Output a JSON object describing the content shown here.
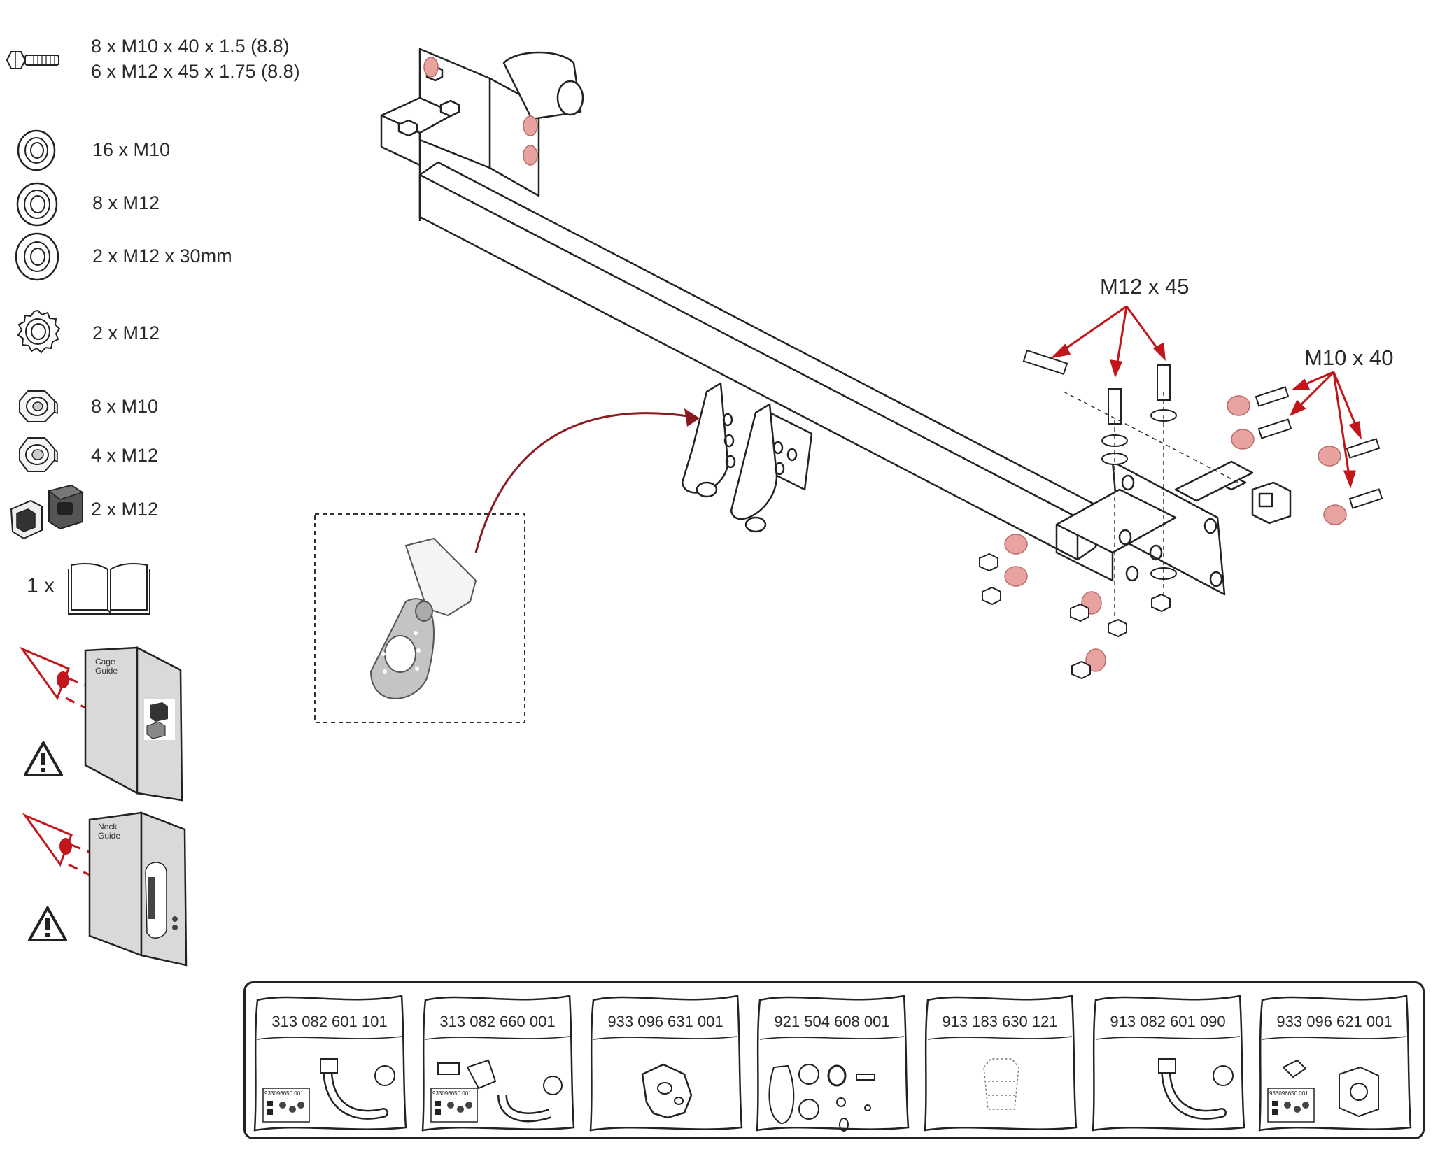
{
  "parts_list": {
    "bolts": {
      "icon": "bolt-icon",
      "lines": [
        "8 x M10 x 40 x 1.5 (8.8)",
        "6 x M12 x 45 x 1.75 (8.8)"
      ]
    },
    "washer_m10": {
      "icon": "washer-icon",
      "text": "16 x M10"
    },
    "washer_m12": {
      "icon": "washer-icon",
      "text": "8 x M12"
    },
    "washer_m12_30": {
      "icon": "large-washer-icon",
      "text": "2 x M12 x 30mm"
    },
    "lock_washer": {
      "icon": "lock-washer-icon",
      "text": "2 x M12"
    },
    "nut_m10": {
      "icon": "lock-nut-icon",
      "text": "8 x M10"
    },
    "nut_m12": {
      "icon": "lock-nut-icon",
      "text": "4 x M12"
    },
    "cage_nut": {
      "icon": "cage-nut-icon",
      "text": "2 x M12"
    },
    "manual": {
      "icon": "manual-book-icon",
      "text": "1 x"
    }
  },
  "guides": [
    {
      "label": "Cage\nGuide",
      "icon": "warning-icon"
    },
    {
      "label": "Neck\nGuide",
      "icon": "warning-icon"
    }
  ],
  "callouts": {
    "m12": "M12 x 45",
    "m10": "M10 x 40"
  },
  "bags": [
    {
      "code": "313 082 601 101",
      "icon": "tow-ball-neck-icon"
    },
    {
      "code": "313 082 660 001",
      "icon": "detachable-tow-ball-icon"
    },
    {
      "code": "933 096 631 001",
      "icon": "mounting-plate-icon"
    },
    {
      "code": "921 504 608 001",
      "icon": "electrical-kit-icon"
    },
    {
      "code": "913 183 630 121",
      "icon": "cover-cap-icon"
    },
    {
      "code": "913 082 601 090",
      "icon": "tow-ball-neck-icon"
    },
    {
      "code": "933 096 621 001",
      "icon": "socket-bracket-icon"
    }
  ],
  "label_sticker": "933096650 001",
  "colors": {
    "line": "#222222",
    "accent": "#c0161c",
    "washer_highlight": "#e8a3a0",
    "panel": "#d9d9d9"
  }
}
